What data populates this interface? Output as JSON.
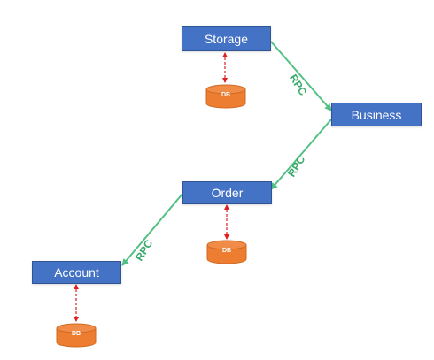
{
  "nodes": {
    "storage": "Storage",
    "business": "Business",
    "order": "Order",
    "account": "Account"
  },
  "databases": {
    "storage_db": "DB",
    "order_db": "DB",
    "account_db": "DB"
  },
  "links": {
    "storage_business": "RPC",
    "business_order": "RPC",
    "order_account": "RPC"
  },
  "colors": {
    "node_fill": "#4472c4",
    "db_fill": "#ed7d31",
    "rpc_line": "#52c084",
    "db_link": "#e02020"
  }
}
